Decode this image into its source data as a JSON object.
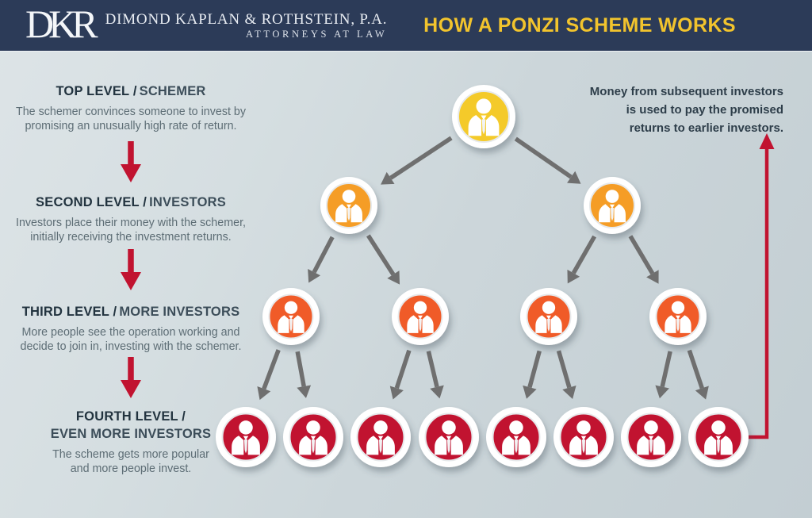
{
  "header": {
    "logo_text": "DKR",
    "firm_name": "DIMOND KAPLAN & ROTHSTEIN, P.A.",
    "tagline": "ATTORNEYS AT LAW",
    "title": "HOW A PONZI SCHEME WORKS"
  },
  "colors": {
    "navy": "#2c3b58",
    "yellow": "#f2c42d",
    "red": "#c11330",
    "gray-arrow": "#6f6f6f",
    "heading": "#22333f",
    "heading-light": "#3c4d59",
    "body-text": "#5d6d75",
    "annotation": "#2e3e4a"
  },
  "sections": [
    {
      "heading_strong": "TOP LEVEL /",
      "heading_rest": "SCHEMER",
      "body": "The schemer convinces someone to invest by promising an unusually high rate of return."
    },
    {
      "heading_strong": "SECOND LEVEL /",
      "heading_rest": "INVESTORS",
      "body": "Investors place their money with the schemer, initially receiving the investment returns."
    },
    {
      "heading_strong": "THIRD LEVEL /",
      "heading_rest": "MORE INVESTORS",
      "body": "More people see the operation working and decide to join in, investing with the schemer."
    },
    {
      "heading_strong": "FOURTH LEVEL /",
      "heading_rest": "EVEN MORE INVESTORS",
      "body": "The scheme gets more popular and more people invest."
    }
  ],
  "annotation": {
    "lines": [
      "Money from subsequent investors",
      "is used to pay the promised",
      "returns to earlier investors."
    ]
  },
  "pyramid": {
    "levels": [
      {
        "name": "top-level-schemer",
        "color": "#f4ca2a",
        "count": 1
      },
      {
        "name": "second-level-investors",
        "color": "#f59d26",
        "count": 2
      },
      {
        "name": "third-level-more-investors",
        "color": "#f05b28",
        "count": 4
      },
      {
        "name": "fourth-level-even-more-investors",
        "color": "#c11330",
        "count": 8
      }
    ]
  }
}
